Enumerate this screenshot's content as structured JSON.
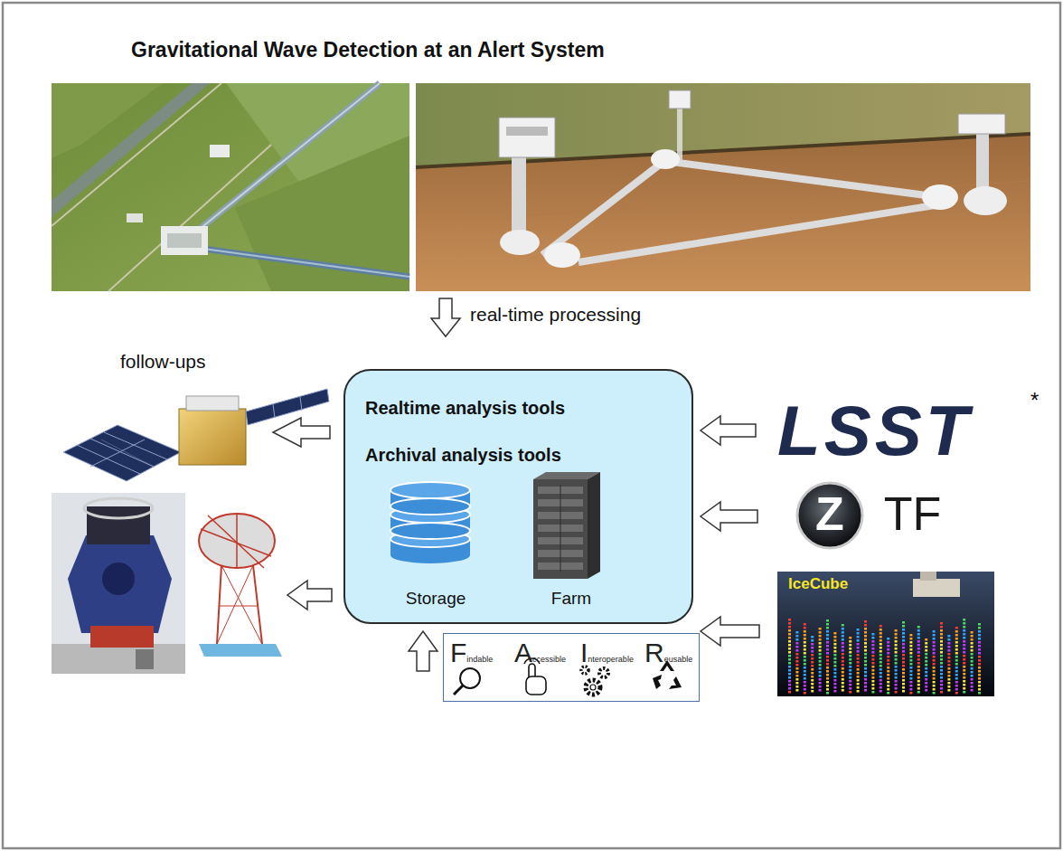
{
  "diagram": {
    "title": "Gravitational Wave Detection at an Alert System",
    "nodes": [
      {
        "text": [
          "Realtime analysis tools",
          "Archival analysis tools"
        ]
      },
      {
        "text": [
          "Storage"
        ],
        "in": 0
      },
      {
        "text": [
          "Farm"
        ],
        "in": 0
      },
      {
        "text": [
          "LSST"
        ]
      },
      {
        "text": [
          "ZTF"
        ]
      },
      {
        "text": [
          "IceCube"
        ]
      },
      {
        "text": [
          "Findable",
          "Accessible",
          "Interoperable",
          "Reusable"
        ]
      }
    ],
    "edges": [
      {
        "from": 3,
        "to": 0,
        "arrow": "to"
      },
      {
        "from": 4,
        "to": 0,
        "arrow": "to"
      },
      {
        "from": 5,
        "to": 0,
        "arrow": "to"
      },
      {
        "from": 6,
        "to": 0,
        "arrow": "to"
      }
    ],
    "labels": [
      "real-time processing",
      "follow-ups",
      "*"
    ]
  }
}
